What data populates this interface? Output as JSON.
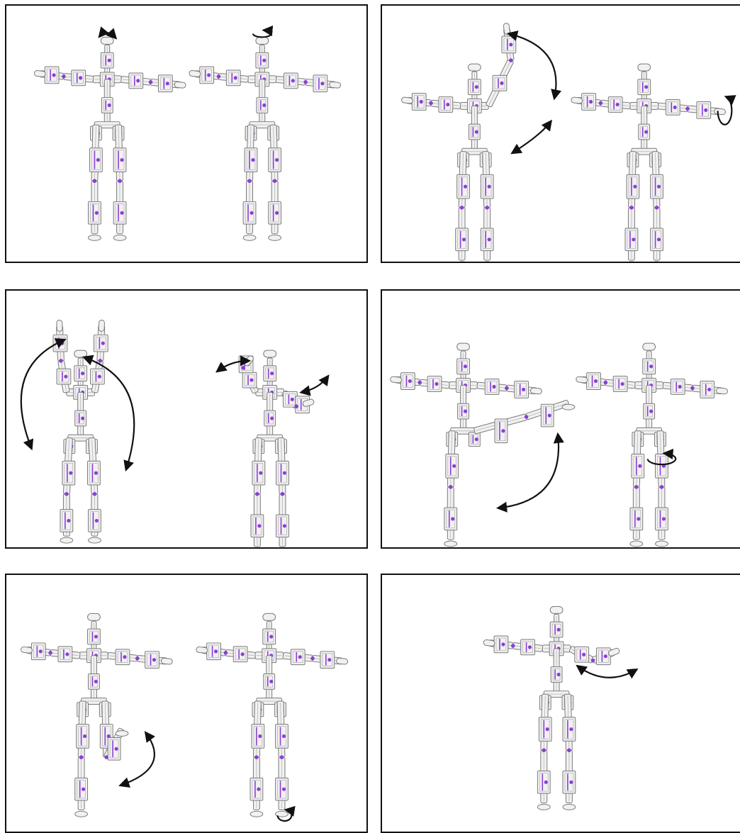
{
  "colors": {
    "frame": "#111111",
    "part_fill": "#f1f1f1",
    "part_stroke": "#7a7a7a",
    "part_detail": "#b5b5b5",
    "joint_accent": "#8a3fd6",
    "motion_arrow": "#111111"
  },
  "panels": [
    {
      "id": "head-rotation",
      "figures": 2,
      "motions": [
        "head-tilt",
        "head-twist"
      ]
    },
    {
      "id": "arm-raise-and-elbow",
      "figures": 2,
      "motions": [
        "arm-swing-up",
        "forearm-bend",
        "wrist-rotate"
      ]
    },
    {
      "id": "arms-overhead-and-shoulder-fold",
      "figures": 2,
      "motions": [
        "arms-overhead-swing",
        "shoulder-fold"
      ]
    },
    {
      "id": "hip-swing-and-thigh-twist",
      "figures": 2,
      "motions": [
        "leg-raise",
        "thigh-twist"
      ]
    },
    {
      "id": "knee-bend-and-ankle",
      "figures": 2,
      "motions": [
        "knee-bend",
        "ankle-rotate"
      ]
    },
    {
      "id": "shoulder-forward",
      "figures": 1,
      "motions": [
        "arm-horizontal-swing"
      ]
    }
  ]
}
